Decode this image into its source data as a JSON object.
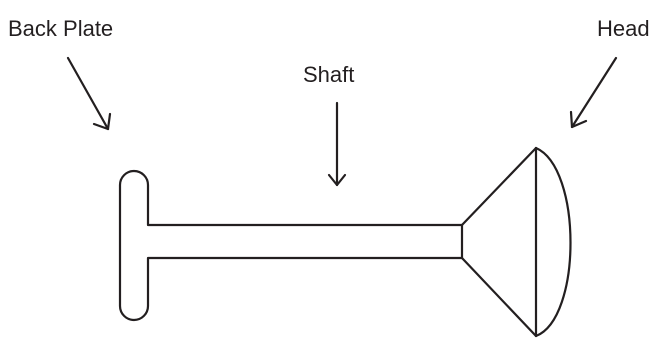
{
  "labels": {
    "back_plate": "Back Plate",
    "shaft": "Shaft",
    "head": "Head"
  },
  "colors": {
    "ink": "#231f20",
    "background": "#ffffff"
  }
}
